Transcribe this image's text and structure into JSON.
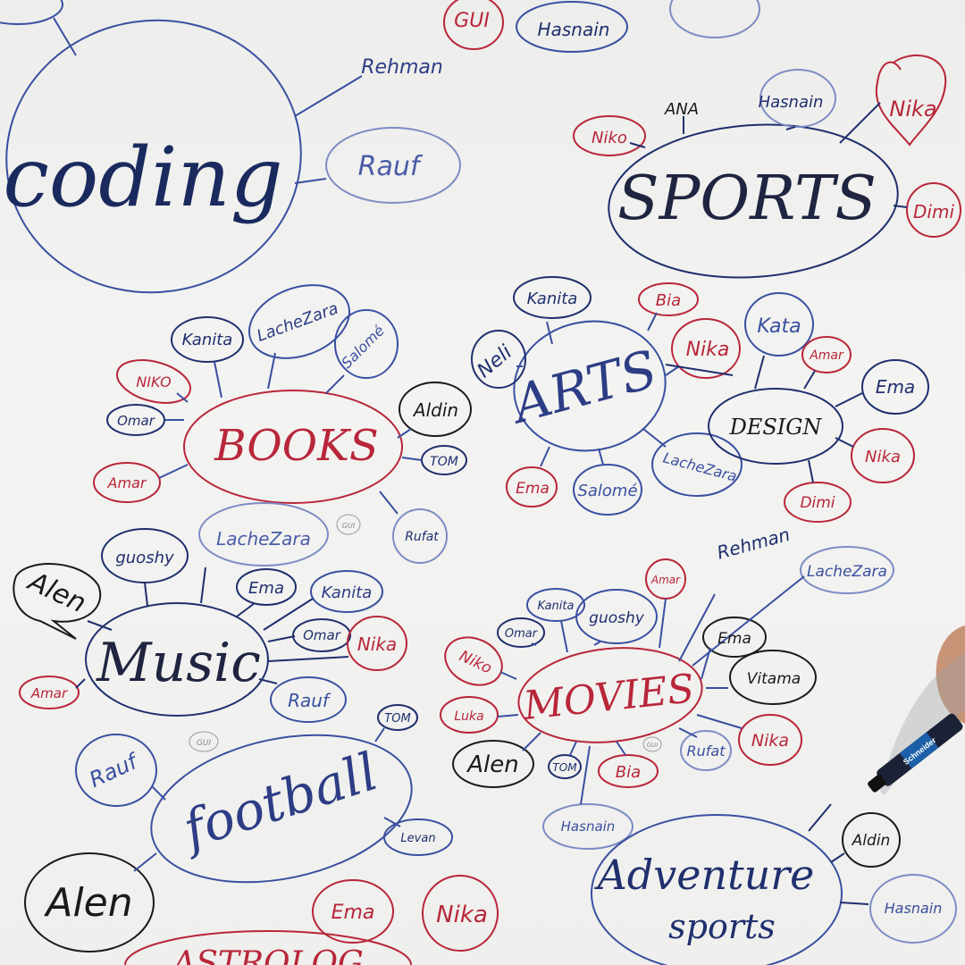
{
  "colors": {
    "blue": "#3a4fa0",
    "navy": "#1f2f6e",
    "red": "#b8263a",
    "black": "#1a1a1a",
    "paper": "#efefed"
  },
  "topics": {
    "coding": "coding",
    "sports": "SPORTS",
    "books": "BOOKS",
    "arts": "ARTS",
    "design": "DESIGN",
    "music": "Music",
    "movies": "MOVIES",
    "football": "football",
    "adventure_line1": "Adventure",
    "adventure_line2": "sports",
    "astrology": "ASTROLOG"
  },
  "names": {
    "coding_rehman": "Rehman",
    "coding_rauf": "Rauf",
    "top_gui": "GUI",
    "top_hasnain": "Hasnain",
    "sports_niko": "Niko",
    "sports_ana": "ANA",
    "sports_hasnain": "Hasnain",
    "sports_nika": "Nika",
    "sports_dimi": "Dimi",
    "books_kanita": "Kanita",
    "books_lachezara": "LacheZara",
    "books_salome": "Salomé",
    "books_niko": "NIKO",
    "books_omar": "Omar",
    "books_amar": "Amar",
    "books_aldin": "Aldin",
    "books_tom": "TOM",
    "books_rufat": "Rufat",
    "books_gui": "GUI",
    "arts_kanita": "Kanita",
    "arts_neli": "Neli",
    "arts_bia": "Bia",
    "arts_nika": "Nika",
    "arts_ema": "Ema",
    "arts_salome": "Salomé",
    "arts_lachezara": "LacheZara",
    "design_kata": "Kata",
    "design_amar": "Amar",
    "design_ema": "Ema",
    "design_nika": "Nika",
    "design_dimi": "Dimi",
    "music_alen": "Alen",
    "music_guoshy": "guoshy",
    "music_lachezara": "LacheZara",
    "music_ema": "Ema",
    "music_kanita": "Kanita",
    "music_omar": "Omar",
    "music_nika": "Nika",
    "music_rauf": "Rauf",
    "music_amar": "Amar",
    "music_gui": "GUI",
    "movies_rehman": "Rehman",
    "movies_lachezara": "LacheZara",
    "movies_amar": "Amar",
    "movies_kanita": "Kanita",
    "movies_omar": "Omar",
    "movies_guoshy": "guoshy",
    "movies_ema": "Ema",
    "movies_vitama": "Vitama",
    "movies_niko": "Niko",
    "movies_luka": "Luka",
    "movies_alen": "Alen",
    "movies_tom": "TOM",
    "movies_bia": "Bia",
    "movies_rufat": "Rufat",
    "movies_nika": "Nika",
    "movies_gui": "GUI",
    "movies_hasnain": "Hasnain",
    "football_tom": "TOM",
    "football_rauf": "Rauf",
    "football_alen": "Alen",
    "football_levan": "Levan",
    "adventure_aldin": "Aldin",
    "adventure_hasnain": "Hasnain",
    "astro_ema": "Ema",
    "astro_nika": "Nika"
  },
  "marker": {
    "brand": "Schneider"
  }
}
